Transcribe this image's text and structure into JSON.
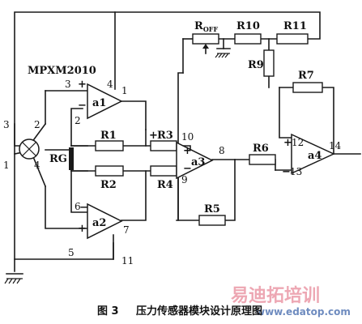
{
  "diagram": {
    "chip": "MPXM2010",
    "sensor_label": "RG",
    "resistors": {
      "roff_main": "R",
      "roff_sub": "OFF",
      "r1": "R1",
      "r2": "R2",
      "r3": "R3",
      "r4": "R4",
      "r5": "R5",
      "r6": "R6",
      "r7": "R7",
      "r9": "R9",
      "r10": "R10",
      "r11": "R11"
    },
    "amplifiers": {
      "a1": "a1",
      "a2": "a2",
      "a3": "a3",
      "a4": "a4"
    },
    "pins": {
      "sensor_3": "3",
      "sensor_2": "2",
      "sensor_1": "1",
      "sensor_4": "4",
      "a1_in_plus": "3",
      "a1_in_minus": "2",
      "a1_top_4": "4",
      "a1_top_1": "1",
      "a2_in_minus": "6",
      "a2_in_plus": "+",
      "a2_out": "7",
      "a2_bottom": "5",
      "a2_pin11": "11",
      "a3_pin10": "10",
      "a3_pin9": "9",
      "a3_out": "8",
      "a4_pin12": "12",
      "a4_pin13": "13",
      "a4_out": "14"
    },
    "signs": {
      "plus": "+",
      "minus": "−"
    }
  },
  "caption": {
    "figure": "图 3",
    "title": "压力传感器模块设计原理图"
  },
  "watermark": {
    "brand": "易迪拓培训",
    "url": "www.edatop.com"
  }
}
